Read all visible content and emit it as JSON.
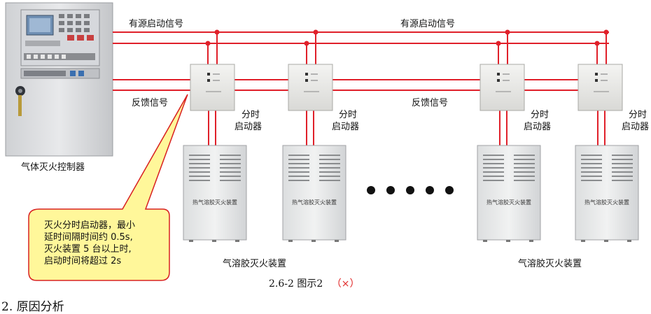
{
  "labels": {
    "active_start_signal_left": "有源启动信号",
    "active_start_signal_right": "有源启动信号",
    "feedback_signal_left": "反馈信号",
    "feedback_signal_right": "反馈信号",
    "controller": "气体灭火控制器",
    "aerosol_device_left": "气溶胶灭火装置",
    "aerosol_device_right": "气溶胶灭火装置"
  },
  "timer_starter": [
    {
      "line1": "分时",
      "line2": "启动器"
    },
    {
      "line1": "分时",
      "line2": "启动器"
    },
    {
      "line1": "分时",
      "line2": "启动器"
    },
    {
      "line1": "分时",
      "line2": "启动器"
    }
  ],
  "device_panel_text": "热气溶胶灭火装置",
  "callout": {
    "line1": "灭火分时启动器，最小",
    "line2": "延时间隔时间约 0.5s,",
    "line3": "灭火装置 5 台以上时,",
    "line4": "启动时间将超过 2s"
  },
  "caption": {
    "text": "2.6-2 图示2",
    "mark": "（×）"
  },
  "section_heading": "2. 原因分析",
  "colors": {
    "signal_line": "#e0202a",
    "callout_fill": "#fff79a",
    "callout_border": "#d82020",
    "mark": "#e02020"
  }
}
